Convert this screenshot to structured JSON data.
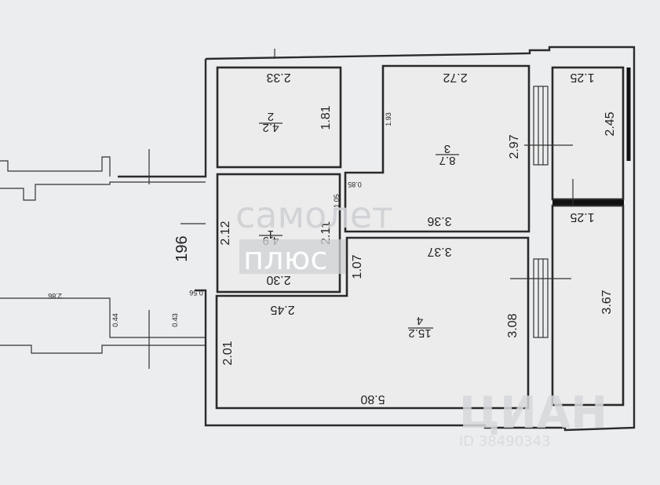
{
  "rooms": [
    {
      "num": "1",
      "area": "4.9",
      "w": "2.30",
      "h": "2.12",
      "h2": "2.11"
    },
    {
      "num": "2",
      "area": "4.2",
      "w": "2.33",
      "h": "1.81"
    },
    {
      "num": "3",
      "area": "8.7",
      "w": "2.72",
      "w2": "3.36",
      "h": "2.97",
      "small": "1.93"
    },
    {
      "num": "4",
      "area": "15.2",
      "w": "3.37",
      "w2": "2.45",
      "w3": "5.80",
      "h": "3.08",
      "h2": "2.01",
      "h3": "1.07"
    }
  ],
  "balcony": {
    "top_w": "1.25",
    "top_h": "2.45",
    "bot_w": "1.25",
    "bot_h": "3.67"
  },
  "corridor": {
    "h": "196",
    "small_a": "0.85",
    "small_b": "1.05",
    "small_c": "0.56",
    "small_d": "2.86",
    "small_e": "0.44",
    "small_f": "0.43"
  },
  "watermark": {
    "line1": "самолет",
    "line2": "плюс",
    "brand": "ЦИАН",
    "id": "ID 38490343"
  }
}
